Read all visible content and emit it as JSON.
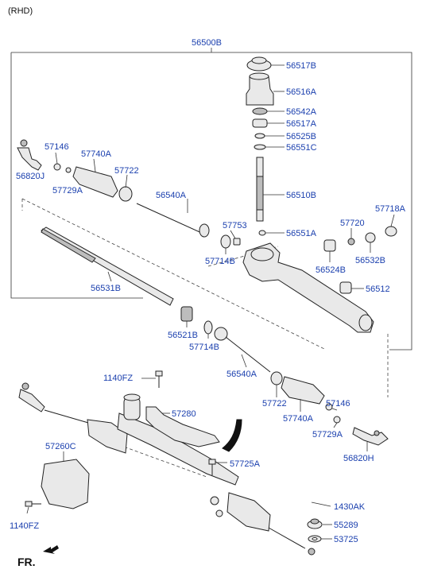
{
  "header": {
    "variant": "(RHD)",
    "assembly": "56500B"
  },
  "parts": {
    "p56517B": "56517B",
    "p56516A": "56516A",
    "p56542A": "56542A",
    "p56517A": "56517A",
    "p56525B": "56525B",
    "p56551C": "56551C",
    "p56510B": "56510B",
    "p56551A": "56551A",
    "p57146_a": "57146",
    "p57740A_a": "57740A",
    "p56820J": "56820J",
    "p57729A_a": "57729A",
    "p57722_a": "57722",
    "p56540A_a": "56540A",
    "p57753": "57753",
    "p57714B_a": "57714B",
    "p57720": "57720",
    "p57718A": "57718A",
    "p56524B": "56524B",
    "p56532B": "56532B",
    "p56512": "56512",
    "p56531B": "56531B",
    "p56521B": "56521B",
    "p57714B_b": "57714B",
    "p56540A_b": "56540A",
    "p57722_b": "57722",
    "p57146_b": "57146",
    "p57740A_b": "57740A",
    "p57729A_b": "57729A",
    "p56820H": "56820H",
    "p1140FZ_a": "1140FZ",
    "p57280": "57280",
    "p57260C": "57260C",
    "p57725A": "57725A",
    "p1140FZ_b": "1140FZ",
    "p1430AK": "1430AK",
    "p55289": "55289",
    "p53725": "53725"
  },
  "footer": {
    "direction": "FR."
  },
  "colors": {
    "label": "#1a3fae",
    "line": "#222222",
    "fill": "#e9e9e9"
  }
}
